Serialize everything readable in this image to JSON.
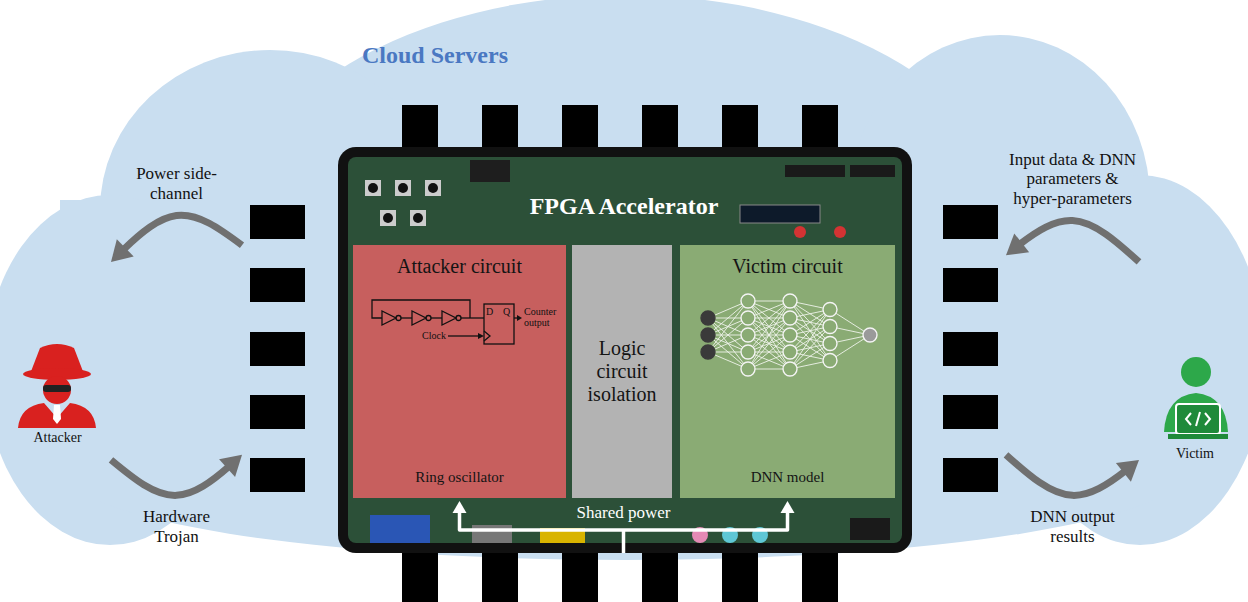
{
  "diagram": {
    "nodes": [
      {
        "text": [
          "Cloud Servers"
        ]
      },
      {
        "text": [
          "Attacker"
        ],
        "in": 0
      },
      {
        "text": [
          "FPGA Accelerator"
        ],
        "in": 0
      },
      {
        "text": [
          "Attacker circuit",
          "Ring oscillator"
        ],
        "in": 2
      },
      {
        "text": [
          "Logic circuit isolation"
        ],
        "in": 2
      },
      {
        "text": [
          "Victim circuit",
          "DNN model"
        ],
        "in": 2
      },
      {
        "text": [
          "Victim"
        ],
        "in": 0
      }
    ],
    "edges": [
      {
        "from": 2,
        "to": 1,
        "arrow": "to",
        "label": "Power side-channel"
      },
      {
        "from": 1,
        "to": 2,
        "arrow": "to",
        "label": "Hardware Trojan"
      },
      {
        "from": 6,
        "to": 2,
        "arrow": "to",
        "label": "Input data & DNN parameters & hyper-parameters"
      },
      {
        "from": 2,
        "to": 6,
        "arrow": "to",
        "label": "DNN output results"
      },
      {
        "from": 3,
        "to": 5,
        "arrow": "both",
        "label": "Shared power"
      }
    ],
    "labels": [
      "D",
      "Q",
      "Clock",
      "Counter output"
    ]
  }
}
